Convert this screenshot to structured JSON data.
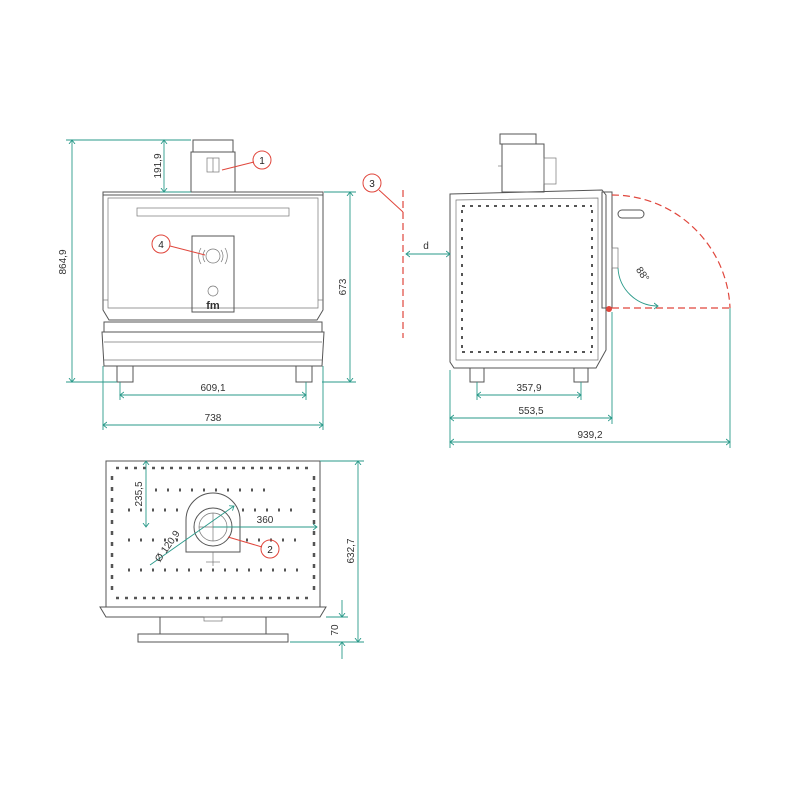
{
  "colors": {
    "dimension": "#2a9a8a",
    "outline": "#555555",
    "callout": "#e0463c",
    "text": "#333333"
  },
  "dimensions": {
    "front_total_height": "864,9",
    "chimney_height": "191,9",
    "front_body_height": "673",
    "front_feet_span": "609,1",
    "front_width": "738",
    "side_d": "d",
    "side_door_angle": "88°",
    "side_feet_span": "357,9",
    "side_depth": "553,5",
    "side_total_depth": "939,2",
    "top_offset_vertical": "235,5",
    "top_offset_horizontal": "360",
    "top_flue_diameter": "Ø 120,9",
    "top_depth": "632,7",
    "top_handle": "70"
  },
  "callouts": [
    "1",
    "2",
    "3",
    "4"
  ],
  "brand": {
    "logo_text": "fm"
  }
}
